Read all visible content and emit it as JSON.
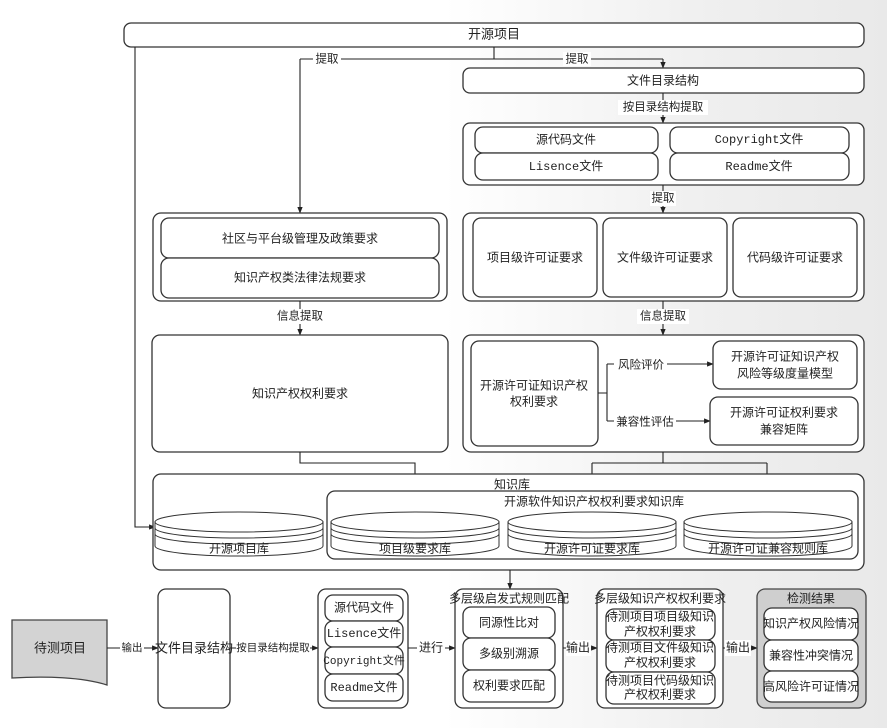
{
  "top": {
    "open_source_project": "开源项目",
    "extract_left": "提取",
    "extract_right": "提取",
    "file_dir_structure": "文件目录结构",
    "extract_by_dir": "按目录结构提取",
    "files": [
      "源代码文件",
      "Copyright文件",
      "Lisence文件",
      "Readme文件"
    ],
    "extract": "提取",
    "policy_items": [
      "社区与平台级管理及政策要求",
      "知识产权类法律法规要求"
    ],
    "license_levels": [
      "项目级许可证要求",
      "文件级许可证要求",
      "代码级许可证要求"
    ],
    "info_extract_left": "信息提取",
    "info_extract_right": "信息提取",
    "ip_rights": "知识产权权利要求",
    "license_ip_rights": [
      "开源许可证知识产权",
      "权利要求"
    ],
    "risk_eval": "风险评价",
    "compat_eval": "兼容性评估",
    "risk_model": [
      "开源许可证知识产权",
      "风险等级度量模型"
    ],
    "compat_matrix": [
      "开源许可证权利要求",
      "兼容矩阵"
    ]
  },
  "knowledge_base": {
    "label": "知识库",
    "inner_label": "开源软件知识产权权利要求知识库",
    "databases": [
      "开源项目库",
      "项目级要求库",
      "开源许可证要求库",
      "开源许可证兼容规则库"
    ]
  },
  "pipeline": {
    "input": "待测项目",
    "arrow1": "输出",
    "file_dir_structure": "文件目录结构",
    "arrow2": "按目录结构提取",
    "files": [
      "源代码文件",
      "Lisence文件",
      "Copyright文件",
      "Readme文件"
    ],
    "arrow3": "进行",
    "matching": {
      "title": "多层级启发式规则匹配",
      "items": [
        "同源性比对",
        "多级别溯源",
        "权利要求匹配"
      ]
    },
    "arrow4": "输出",
    "rights": {
      "title": "多层级知识产权权利要求",
      "items": [
        [
          "待测项目项目级知识",
          "产权权利要求"
        ],
        [
          "待测项目文件级知识",
          "产权权利要求"
        ],
        [
          "待测项目代码级知识",
          "产权权利要求"
        ]
      ]
    },
    "arrow5": "输出",
    "results": {
      "title": "检测结果",
      "items": [
        "知识产权风险情况",
        "兼容性冲突情况",
        "高风险许可证情况"
      ]
    }
  }
}
